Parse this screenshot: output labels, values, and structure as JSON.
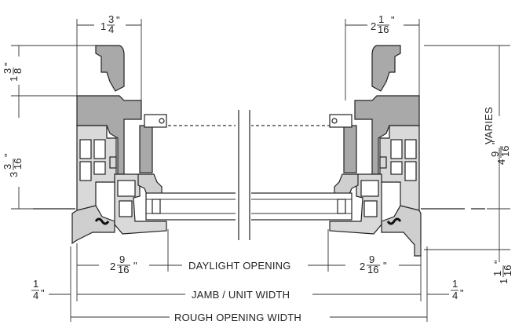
{
  "diagram": {
    "dimensions": {
      "top_left": {
        "whole": "1",
        "num": "3",
        "den": "4",
        "unit": "\""
      },
      "top_right": {
        "whole": "2",
        "num": "1",
        "den": "16",
        "unit": "\""
      },
      "left_upper": {
        "whole": "1",
        "num": "3",
        "den": "8",
        "unit": "\""
      },
      "left_lower": {
        "whole": "3",
        "num": "3",
        "den": "16",
        "unit": "\""
      },
      "right_upper": {
        "whole": "4",
        "num": "9",
        "den": "16",
        "unit": "\""
      },
      "right_lower": {
        "whole": "1",
        "num": "1",
        "den": "16",
        "unit": "\""
      },
      "bottom_left_inner": {
        "whole": "2",
        "num": "9",
        "den": "16",
        "unit": "\""
      },
      "bottom_right_inner": {
        "whole": "2",
        "num": "9",
        "den": "16",
        "unit": "\""
      },
      "bottom_left_outer": {
        "whole": "",
        "num": "1",
        "den": "4",
        "unit": "\""
      },
      "bottom_right_outer": {
        "whole": "",
        "num": "1",
        "den": "4",
        "unit": "\""
      }
    },
    "labels": {
      "varies": "VARIES",
      "daylight": "DAYLIGHT OPENING",
      "jamb": "JAMB / UNIT WIDTH",
      "rough": "ROUGH OPENING WIDTH"
    }
  }
}
